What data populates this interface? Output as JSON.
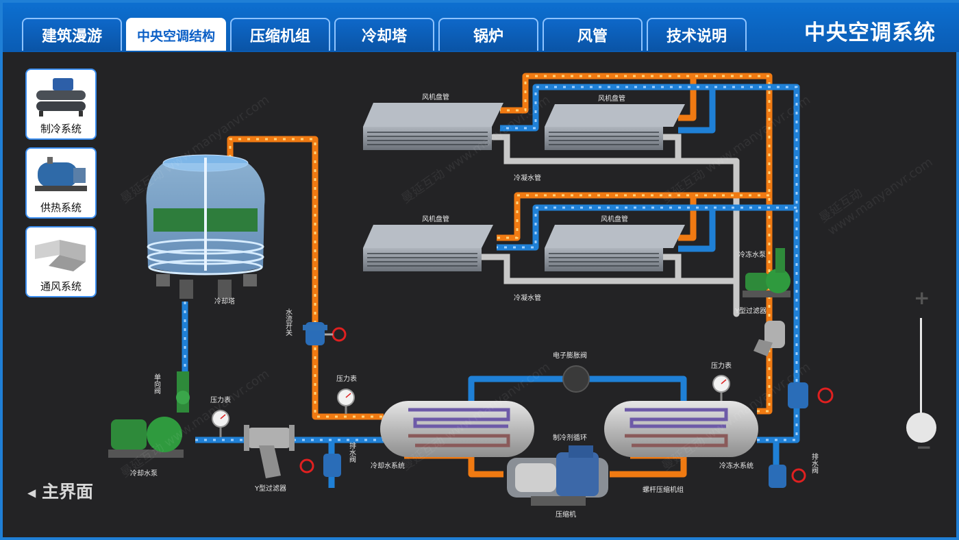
{
  "app_title": "中央空调系统",
  "tabs": [
    {
      "label": "建筑漫游",
      "active": false
    },
    {
      "label": "中央空调结构",
      "active": true
    },
    {
      "label": "压缩机组",
      "active": false
    },
    {
      "label": "冷却塔",
      "active": false
    },
    {
      "label": "锅炉",
      "active": false
    },
    {
      "label": "风管",
      "active": false
    },
    {
      "label": "技术说明",
      "active": false
    }
  ],
  "sidebar": {
    "items": [
      {
        "label": "制冷系统",
        "icon": "chiller-icon"
      },
      {
        "label": "供热系统",
        "icon": "boiler-icon"
      },
      {
        "label": "通风系统",
        "icon": "duct-icon"
      }
    ]
  },
  "home_label": "主界面",
  "diagram": {
    "fan_coil": "风机盘管",
    "condensate_pipe": "冷凝水管",
    "cooling_tower": "冷却塔",
    "flow_switch": "水流开关",
    "pressure_gauge": "压力表",
    "check_valve": "单向阀",
    "cooling_pump": "冷却水泵",
    "y_filter": "Y型过滤器",
    "drain_valve": "排水阀",
    "cooling_water_system": "冷却水系统",
    "refrigerant_cycle": "制冷剂循环",
    "expansion_valve": "电子膨胀阀",
    "compressor": "压缩机",
    "screw_unit": "螺杆压缩机组",
    "chilled_water_system": "冷冻水系统",
    "chilled_pump": "冷冻水泵",
    "y_filter_2": "Y型过滤器",
    "drain_valve_2": "排水阀"
  },
  "watermark": "曼延互动 www.manyanvr.com",
  "colors": {
    "accent": "#0b63c4",
    "hot_pipe": "#f07a12",
    "cold_pipe": "#1f80d6",
    "condensate_pipe": "#c8c8c8"
  }
}
